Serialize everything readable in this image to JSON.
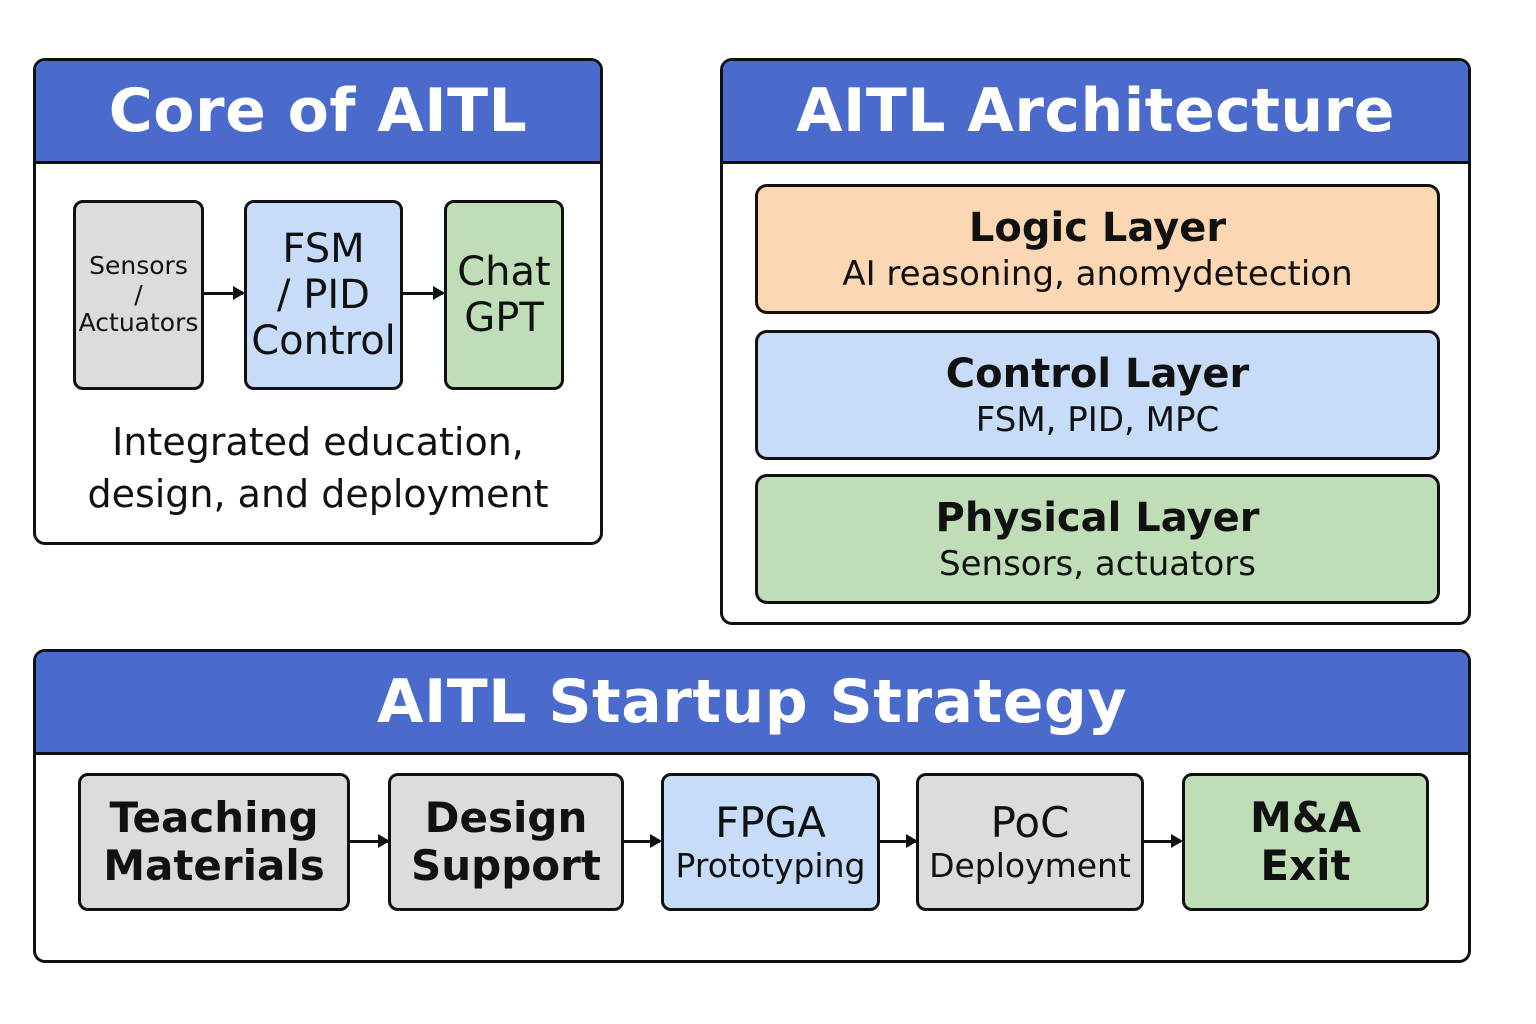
{
  "colors": {
    "header_blue": "#4a6bcb",
    "gray": "#dcdcdc",
    "blue": "#c6dcf8",
    "green": "#bfdeb8",
    "orange": "#fcd7b4"
  },
  "core": {
    "title": "Core of AITL",
    "box_sensors_line1": "Sensors",
    "box_sensors_line2": "/",
    "box_sensors_line3": "Actuators",
    "box_fsm_line1": "FSM",
    "box_fsm_line2": "/ PID",
    "box_fsm_line3": "Control",
    "box_chat_line1": "Chat",
    "box_chat_line2": "GPT",
    "caption_line1": "Integrated education,",
    "caption_line2": "design, and deployment"
  },
  "architecture": {
    "title": "AITL Architecture",
    "layers": [
      {
        "title": "Logic Layer",
        "subtitle": "AI reasoning, anomydetection"
      },
      {
        "title": "Control Layer",
        "subtitle": "FSM, PID, MPC"
      },
      {
        "title": "Physical Layer",
        "subtitle": "Sensors, actuators"
      }
    ]
  },
  "strategy": {
    "title": "AITL Startup Strategy",
    "steps": [
      {
        "line1": "Teaching",
        "line2": "Materials"
      },
      {
        "line1": "Design",
        "line2": "Support"
      },
      {
        "line1": "FPGA",
        "line2": "Prototyping"
      },
      {
        "line1": "PoC",
        "line2": "Deployment"
      },
      {
        "line1": "M&A",
        "line2": "Exit"
      }
    ]
  }
}
